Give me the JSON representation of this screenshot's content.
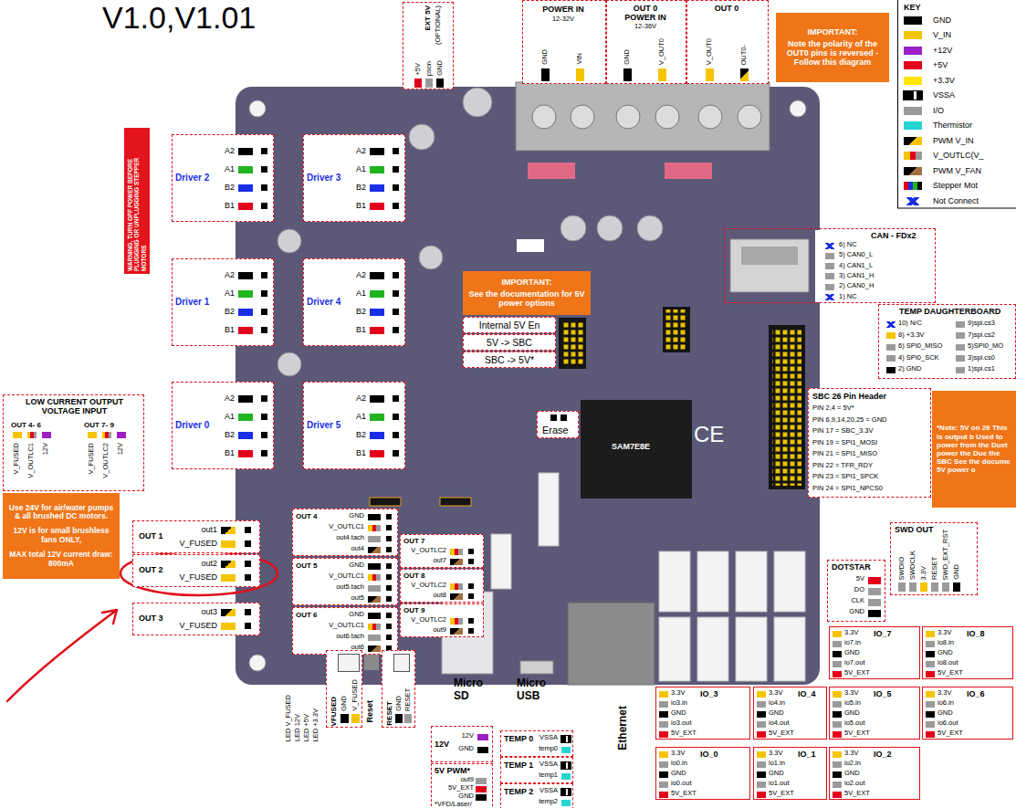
{
  "diagram": {
    "title": "V1.0,V1.01",
    "nodes": [
      {
        "text": [
          "EXT 5V",
          "(OPTIONAL)",
          "+5V",
          "pson",
          "GND"
        ]
      },
      {
        "text": [
          "POWER IN",
          "12-32V",
          "GND",
          "VIN"
        ]
      },
      {
        "text": [
          "OUT 0",
          "POWER IN",
          "12-36V",
          "GND",
          "V_OUT0"
        ]
      },
      {
        "text": [
          "OUT 0",
          "V_OUT0",
          "OUT0-"
        ]
      },
      {
        "text": [
          "IMPORTANT:",
          "Note the polarity of the OUT0 pins is reversed - Follow this diagram"
        ]
      },
      {
        "text": [
          "WARNING, TURN OFF POWER BEFORE PLUGGING OR UNPLUGGING STEPPER MOTORS"
        ]
      },
      {
        "text": [
          "Driver 2",
          "A2",
          "A1",
          "B2",
          "B1"
        ]
      },
      {
        "text": [
          "Driver 3",
          "A2",
          "A1",
          "B2",
          "B1"
        ]
      },
      {
        "text": [
          "Driver 1",
          "A2",
          "A1",
          "B2",
          "B1"
        ]
      },
      {
        "text": [
          "Driver 4",
          "A2",
          "A1",
          "B2",
          "B1"
        ]
      },
      {
        "text": [
          "Driver 0",
          "A2",
          "A1",
          "B2",
          "B1"
        ]
      },
      {
        "text": [
          "Driver 5",
          "A2",
          "A1",
          "B2",
          "B1"
        ]
      },
      {
        "text": [
          "IMPORTANT:",
          "See the documentation for 5V power options"
        ]
      },
      {
        "text": [
          "Internal 5V En"
        ]
      },
      {
        "text": [
          "5V -> SBC"
        ]
      },
      {
        "text": [
          "SBC -> 5V*"
        ]
      },
      {
        "text": [
          "Erase"
        ]
      },
      {
        "text": [
          "CAN - FDx2",
          "6) NC",
          "5) CAN0_L",
          "4) CAN1_L",
          "3) CAN1_H",
          "2) CAN0_H",
          "1) NC"
        ]
      },
      {
        "text": [
          "TEMP DAUGHTERBOARD",
          "10) N/C",
          "9)spi.cs3",
          "8) +3.3V",
          "7)spi.cs2",
          "6) SPI0_MISO",
          "5)SPI0_MO",
          "4) SPI0_SCK",
          "3)spi.cs0",
          "2) GND",
          "1)spi.cs1"
        ]
      },
      {
        "text": [
          "SBC 26 Pin Header",
          "PIN 2,4 = 5V*",
          "PIN 6,9,14,20,25 = GND",
          "PIN 17 = SBC_3.3V",
          "PIN 19 = SPI1_MOSI",
          "PIN 21 = SPI1_MISO",
          "PIN 22 = TFR_RDY",
          "PIN 23 = SPI1_SPCK",
          "PIN 24 = SPI1_NPCS0"
        ]
      },
      {
        "text": [
          "*Note: 5V on 26 This is output b Used to power from the Duet power the Due the SBC See the docume 5V power o"
        ]
      },
      {
        "text": [
          "LOW CURRENT OUTPUT VOLTAGE INPUT",
          "OUT 4- 6",
          "OUT 7- 9",
          "V_FUSED",
          "V_OUTLC1",
          "12V",
          "V_FUSED",
          "V_OUTLC2",
          "12V"
        ]
      },
      {
        "text": [
          "Use 24V for air/water pumps & all brushed DC motors.",
          "12V is for small brushless fans ONLY,",
          "MAX total 12V current draw: 800mA"
        ]
      },
      {
        "text": [
          "OUT 1",
          "out1",
          "V_FUSED"
        ]
      },
      {
        "text": [
          "OUT 2",
          "out2",
          "V_FUSED"
        ]
      },
      {
        "text": [
          "OUT 3",
          "out3",
          "V_FUSED"
        ]
      },
      {
        "text": [
          "OUT 4",
          "GND",
          "V_OUTLC1",
          "out4.tach",
          "out4"
        ]
      },
      {
        "text": [
          "OUT 5",
          "GND",
          "V_OUTLC1",
          "out5.tach",
          "out5"
        ]
      },
      {
        "text": [
          "OUT 6",
          "GND",
          "V_OUTLC1",
          "out6.tach",
          "out6"
        ]
      },
      {
        "text": [
          "OUT 7",
          "V_OUTLC2",
          "out7"
        ]
      },
      {
        "text": [
          "OUT 8",
          "V_OUTLC2",
          "out8"
        ]
      },
      {
        "text": [
          "OUT 9",
          "V_OUTLC2",
          "out9"
        ]
      },
      {
        "text": [
          "SWD OUT",
          "SWDIO",
          "SWDCLK",
          "3.3V",
          "RESET",
          "SWD_EXT_RST",
          "GND"
        ]
      },
      {
        "text": [
          "DOTSTAR",
          "5V",
          "DO",
          "CLK",
          "GND"
        ]
      },
      {
        "text": [
          "IO_7",
          "3.3V",
          "io7.in",
          "GND",
          "io7.out",
          "5V_EXT"
        ]
      },
      {
        "text": [
          "IO_8",
          "3.3V",
          "io8.in",
          "GND",
          "io8.out",
          "5V_EXT"
        ]
      },
      {
        "text": [
          "IO_3",
          "3.3V",
          "io3.in",
          "GND",
          "io3.out",
          "5V_EXT"
        ]
      },
      {
        "text": [
          "IO_4",
          "3.3V",
          "io4.in",
          "GND",
          "io4.out",
          "5V_EXT"
        ]
      },
      {
        "text": [
          "IO_5",
          "3.3V",
          "io5.in",
          "GND",
          "io5.out",
          "5V_EXT"
        ]
      },
      {
        "text": [
          "IO_6",
          "3.3V",
          "io6.in",
          "GND",
          "io6.out",
          "5V_EXT"
        ]
      },
      {
        "text": [
          "IO_0",
          "3.3V",
          "io0.in",
          "GND",
          "io0.out",
          "5V_EXT"
        ]
      },
      {
        "text": [
          "IO_1",
          "3.3V",
          "io1.in",
          "GND",
          "io1.out",
          "5V_EXT"
        ]
      },
      {
        "text": [
          "IO_2",
          "3.3V",
          "io2.in",
          "GND",
          "io2.out",
          "5V_EXT"
        ]
      },
      {
        "text": [
          "VFUSED",
          "GND",
          "V_FUSED"
        ]
      },
      {
        "text": [
          "RESET",
          "GND",
          "RESET"
        ]
      },
      {
        "text": [
          "12V",
          "12V",
          "GND"
        ]
      },
      {
        "text": [
          "5V PWM*",
          "out9",
          "5V_EXT",
          "GND",
          "*VFD/Laser/"
        ]
      },
      {
        "text": [
          "TEMP 0",
          "VSSA",
          "temp0"
        ]
      },
      {
        "text": [
          "TEMP 1",
          "VSSA",
          "temp1"
        ]
      },
      {
        "text": [
          "TEMP 2",
          "VSSA",
          "temp2"
        ]
      }
    ],
    "labels": [
      "KEY",
      "LED V_FUSED",
      "LED 12V",
      "LED +5V",
      "LED +3.3V",
      "Reset",
      "Micro SD",
      "Micro USB",
      "Ethernet",
      "SAM7E8E",
      "CE"
    ],
    "legend": [
      {
        "text": "GND",
        "color": "#000000"
      },
      {
        "text": "V_IN",
        "color": "#f5c400"
      },
      {
        "text": "+12V",
        "color": "#9b1fc4"
      },
      {
        "text": "+5V",
        "color": "#e3001b"
      },
      {
        "text": "+3.3V",
        "color": "#ffe600"
      },
      {
        "text": "VSSA"
      },
      {
        "text": "I/O",
        "color": "#9a9a9a"
      },
      {
        "text": "Thermistor",
        "color": "#26d4d4"
      },
      {
        "text": "PWM V_IN"
      },
      {
        "text": "V_OUTLC(V_"
      },
      {
        "text": "PWM V_FAN"
      },
      {
        "text": "Stepper Mot"
      },
      {
        "text": "Not Connect"
      }
    ]
  }
}
